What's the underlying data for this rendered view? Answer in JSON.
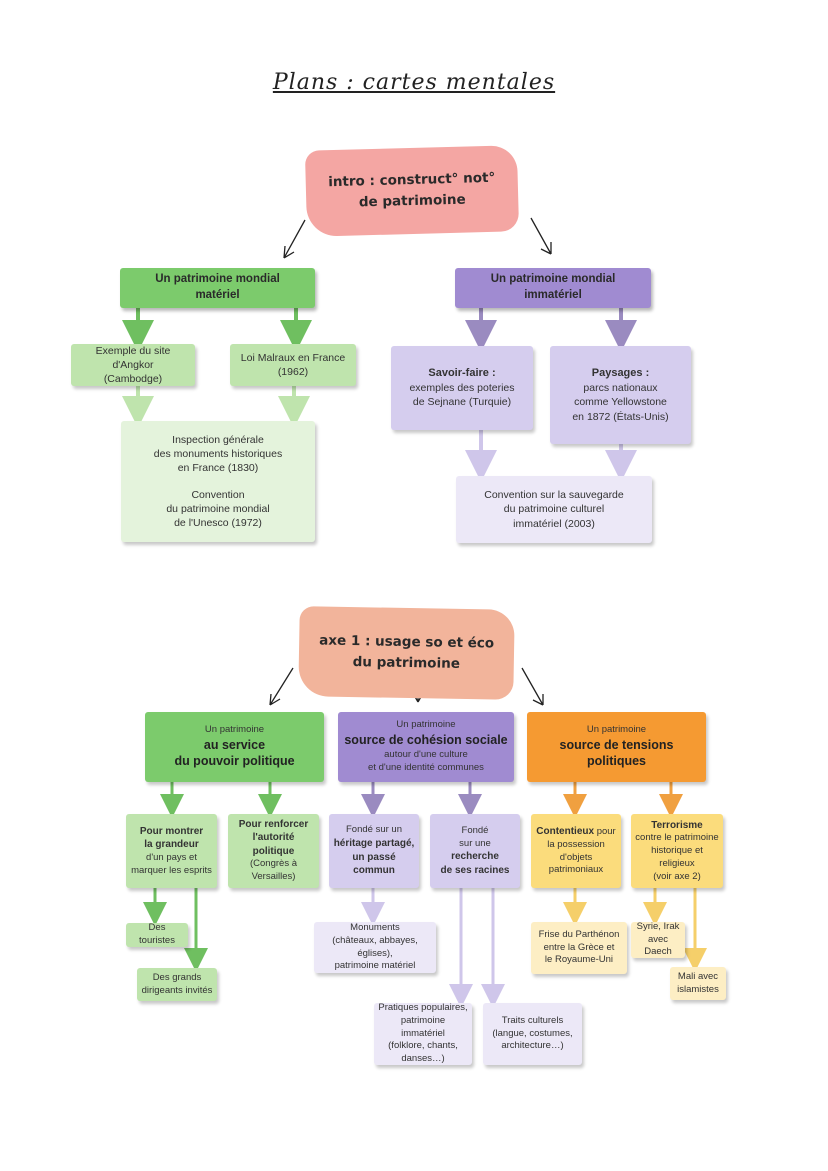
{
  "title": "Plans : cartes mentales",
  "colors": {
    "pink": "#f4a6a3",
    "salmon": "#f2b49b",
    "green_dark": "#7ccb6c",
    "green_mid": "#bfe4ad",
    "green_light": "#e4f3dc",
    "purple_dark": "#a08bd1",
    "purple_mid": "#d5cdee",
    "purple_light": "#ece8f7",
    "orange": "#f59a32",
    "yellow": "#fbdc7c",
    "yellow_light": "#fdeec4"
  },
  "map1": {
    "root": "intro : construct° not°\nde patrimoine",
    "material": {
      "head": "Un patrimoine mondial\nmatériel",
      "angkor": "Exemple du site d'Angkor\n(Cambodge)",
      "malraux": "Loi Malraux en France\n(1962)",
      "inspection": "Inspection générale\ndes monuments historiques\nen France (1830)",
      "convention": "Convention\ndu patrimoine mondial\nde l'Unesco (1972)"
    },
    "immaterial": {
      "head": "Un patrimoine mondial\nimmatériel",
      "savoir_title": "Savoir-faire :",
      "savoir_text": "exemples des poteries\nde Sejnane (Turquie)",
      "paysages_title": "Paysages :",
      "paysages_text": "parcs nationaux\ncomme Yellowstone\nen 1872 (États-Unis)",
      "convention": "Convention sur la sauvegarde\ndu patrimoine culturel\nimmatériel  (2003)"
    }
  },
  "map2": {
    "root": "axe 1 : usage so et éco\ndu patrimoine",
    "pouvoir": {
      "pre": "Un patrimoine",
      "main": "au service\ndu pouvoir politique",
      "grandeur_bold": "Pour montrer\nla grandeur",
      "grandeur_text": "d'un pays et\nmarquer les esprits",
      "autorite_bold": "Pour renforcer\nl'autorité politique",
      "autorite_text": "(Congrès à Versailles)",
      "touristes": "Des touristes",
      "dirigeants": "Des grands\ndirigeants invités"
    },
    "cohesion": {
      "pre": "Un patrimoine",
      "main": "source de cohésion sociale",
      "post": "autour d'une culture\net d'une identité communes",
      "heritage_pre": "Fondé sur un",
      "heritage_bold": "héritage partagé,\nun passé commun",
      "racines_pre": "Fondé\nsur une",
      "racines_bold1": "recherche",
      "racines_bold2": "de ses racines",
      "monuments": "Monuments\n(châteaux, abbayes, églises),\npatrimoine matériel",
      "pratiques": "Pratiques populaires,\npatrimoine immatériel\n(folklore, chants,\ndanses…)",
      "traits": "Traits culturels\n(langue, costumes,\narchitecture…)"
    },
    "tensions": {
      "pre": "Un patrimoine",
      "main": "source de tensions\npolitiques",
      "contentieux_bold": "Contentieux",
      "contentieux_text1": "pour",
      "contentieux_text2": "la possession d'objets\npatrimoniaux",
      "terrorisme_bold": "Terrorisme",
      "terrorisme_text": "contre le patrimoine\nhistorique et religieux\n(voir axe 2)",
      "frise": "Frise du Parthénon\nentre la Grèce et\nle Royaume-Uni",
      "syrie": "Syrie, Irak\navec Daech",
      "mali": "Mali avec\nislamistes"
    }
  }
}
